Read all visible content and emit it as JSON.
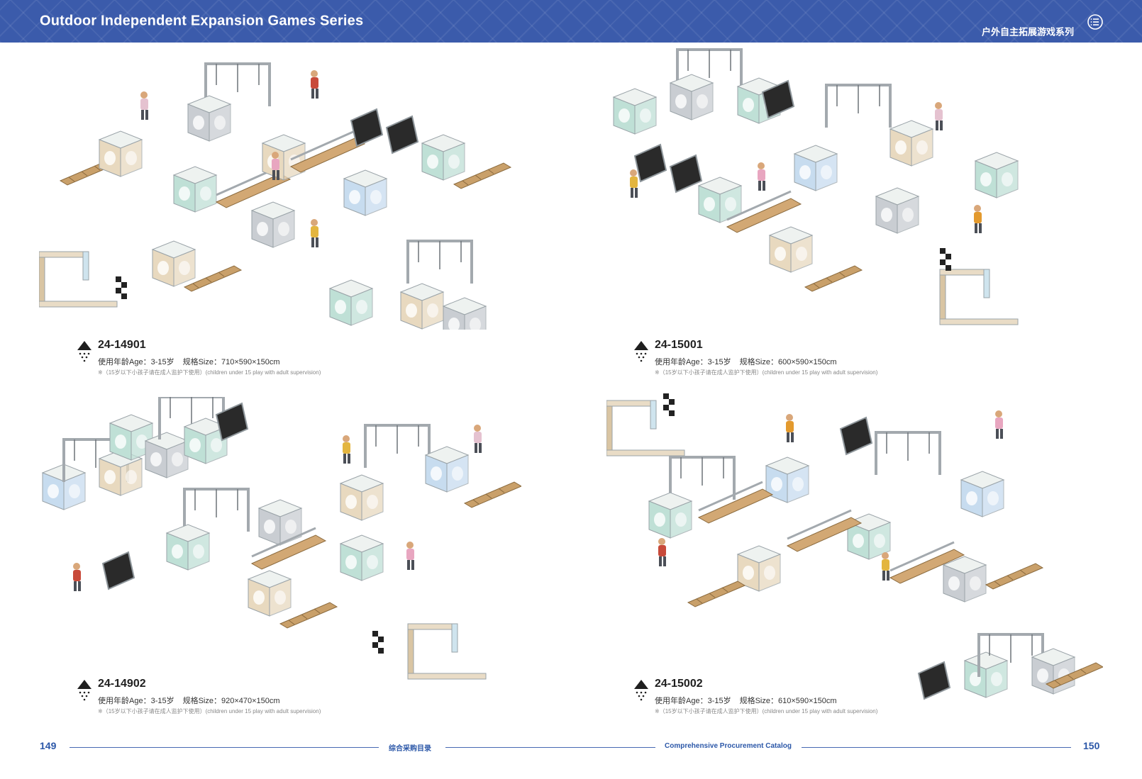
{
  "header": {
    "title_en": "Outdoor Independent Expansion Games Series",
    "title_cn": "户外自主拓展游戏系列",
    "menu_icon": "list-circle-icon",
    "color": "#3b5bab"
  },
  "products": [
    {
      "code": "24-14901",
      "age": "使用年龄Age：3-15岁",
      "size": "规格Size：710×590×150cm",
      "note": "※（15岁以下小孩子请在成人监护下使用）(children under 15 play with adult supervision)"
    },
    {
      "code": "24-15001",
      "age": "使用年龄Age：3-15岁",
      "size": "规格Size：600×590×150cm",
      "note": "※（15岁以下小孩子请在成人监护下使用）(children under 15 play with adult supervision)"
    },
    {
      "code": "24-14902",
      "age": "使用年龄Age：3-15岁",
      "size": "规格Size：920×470×150cm",
      "note": "※（15岁以下小孩子请在成人监护下使用）(children under 15 play with adult supervision)"
    },
    {
      "code": "24-15002",
      "age": "使用年龄Age：3-15岁",
      "size": "规格Size：610×590×150cm",
      "note": "※（15岁以下小孩子请在成人监护下使用）(children under 15 play with adult supervision)"
    }
  ],
  "footer": {
    "page_left": "149",
    "catalog_cn": "综合采购目录",
    "catalog_en": "Comprehensive Procurement Catalog",
    "page_right": "150"
  },
  "colors": {
    "accent": "#2b57a8",
    "cube_mint": "#bfe0d6",
    "cube_blue": "#c7dcef",
    "cube_wood": "#e8d9bf",
    "cube_gray": "#c9cdd2"
  }
}
